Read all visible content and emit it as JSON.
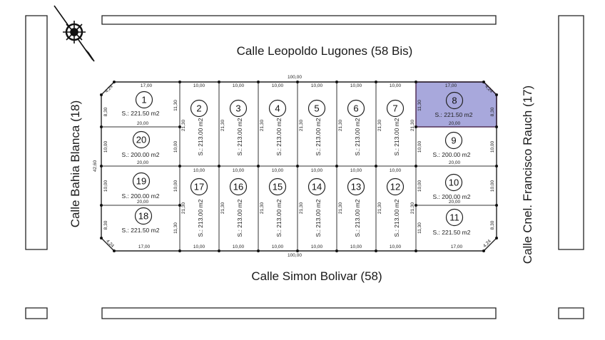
{
  "streets": {
    "top": "Calle Leopoldo Lugones (58 Bis)",
    "bottom": "Calle Simon Bolivar (58)",
    "left": "Calle Bahia Blanca (18)",
    "right": "Calle Cnel. Francisco Rauch (17)"
  },
  "dims": {
    "block_width": "100,00",
    "block_height": "42,60",
    "chamfer": "4,24",
    "lot_width_mid": "10,00",
    "lot_depth_mid": "21,30",
    "corner_front": "17,00",
    "side_front": "20,00",
    "corner_depth": "8,30",
    "side_depth": "10,00",
    "corner_inner": "11,30"
  },
  "highlight_color": "#a8a8dc",
  "highlight_border": "#8e2c9e",
  "lots": [
    {
      "n": "1",
      "area": "S.: 221.50 m2"
    },
    {
      "n": "2",
      "area": "S.: 213.00 m2"
    },
    {
      "n": "3",
      "area": "S.: 213.00 m2"
    },
    {
      "n": "4",
      "area": "S.: 213.00 m2"
    },
    {
      "n": "5",
      "area": "S.: 213.00 m2"
    },
    {
      "n": "6",
      "area": "S.: 213.00 m2"
    },
    {
      "n": "7",
      "area": "S.: 213.00 m2"
    },
    {
      "n": "8",
      "area": "S.: 221.50 m2",
      "highlighted": true
    },
    {
      "n": "9",
      "area": "S.: 200.00 m2"
    },
    {
      "n": "10",
      "area": "S.: 200.00 m2"
    },
    {
      "n": "11",
      "area": "S.: 221.50 m2"
    },
    {
      "n": "12",
      "area": "S.: 213.00 m2"
    },
    {
      "n": "13",
      "area": "S.: 213.00 m2"
    },
    {
      "n": "14",
      "area": "S.: 213.00 m2"
    },
    {
      "n": "15",
      "area": "S.: 213.00 m2"
    },
    {
      "n": "16",
      "area": "S.: 213.00 m2"
    },
    {
      "n": "17",
      "area": "S.: 213.00 m2"
    },
    {
      "n": "18",
      "area": "S.: 221.50 m2"
    },
    {
      "n": "19",
      "area": "S.: 200.00 m2"
    },
    {
      "n": "20",
      "area": "S.: 200.00 m2"
    }
  ]
}
